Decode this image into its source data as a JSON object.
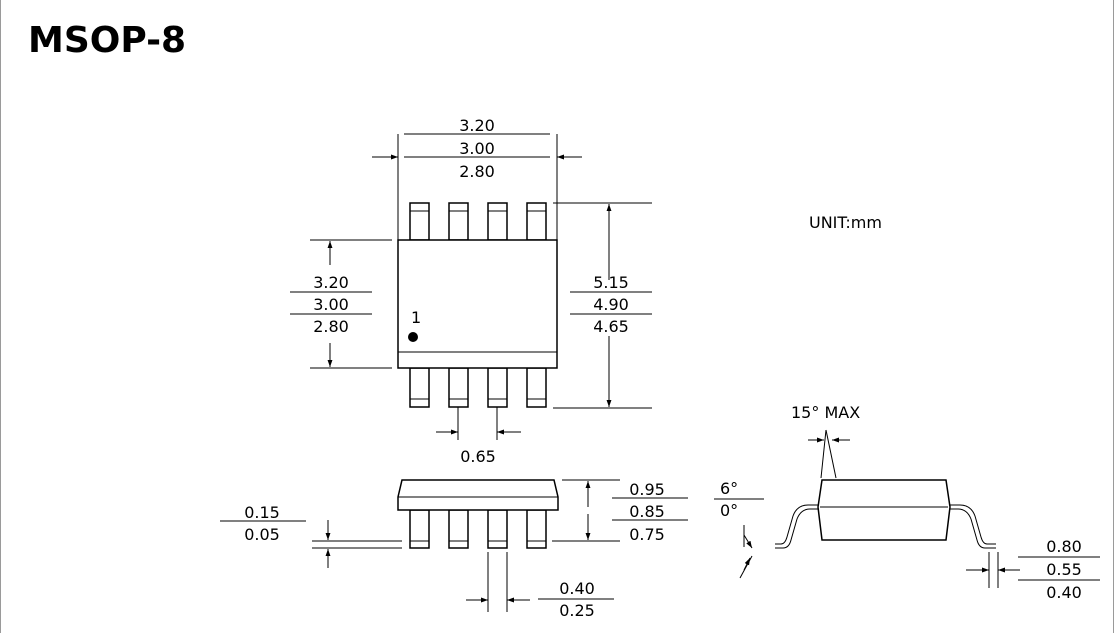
{
  "title": "MSOP-8",
  "unit_label": "UNIT:mm",
  "pin1_label": "1",
  "top_view": {
    "width_dims": [
      "3.20",
      "3.00",
      "2.80"
    ],
    "body_height_dims": [
      "3.20",
      "3.00",
      "2.80"
    ],
    "overall_height_dims": [
      "5.15",
      "4.90",
      "4.65"
    ],
    "pitch": "0.65"
  },
  "side_view": {
    "height_dims": [
      "0.95",
      "0.85",
      "0.75"
    ],
    "standoff_dims": [
      "0.15",
      "0.05"
    ],
    "lead_width_dims": [
      "0.40",
      "0.25"
    ]
  },
  "end_view": {
    "draft_angle": "15° MAX",
    "foot_angle_dims": [
      "6°",
      "0°"
    ],
    "foot_length_dims": [
      "0.80",
      "0.55",
      "0.40"
    ]
  }
}
